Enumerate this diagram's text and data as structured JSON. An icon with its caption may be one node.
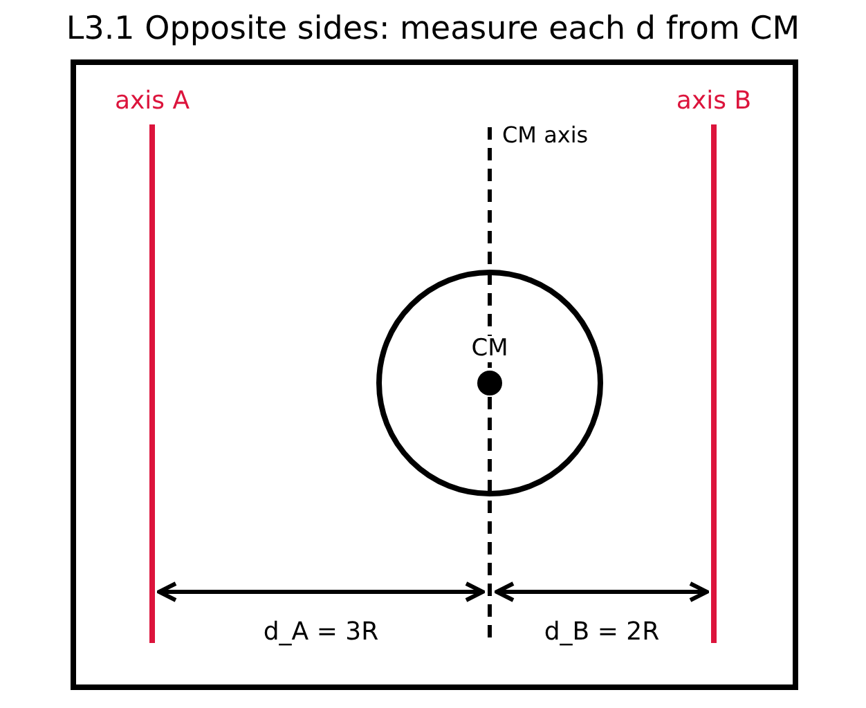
{
  "diagram": {
    "title": "L3.1  Opposite sides: measure each d from CM",
    "nodes": [
      {
        "text": [
          "CM"
        ]
      }
    ],
    "labels": [
      "axis A",
      "axis B",
      "CM axis",
      "d_A = 3R",
      "d_B = 2R"
    ]
  }
}
